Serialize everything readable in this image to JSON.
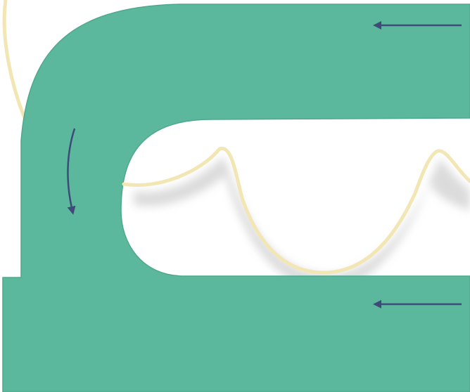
{
  "diagram": {
    "background_color": "#ffffff",
    "channel_color": "#5bb89d",
    "channel_edge_color": "#4fa88e",
    "outline_curve_color": "#f2e7b4",
    "arrow_color": "#3e4a78",
    "flow_directions": [
      "left",
      "down",
      "left"
    ]
  }
}
